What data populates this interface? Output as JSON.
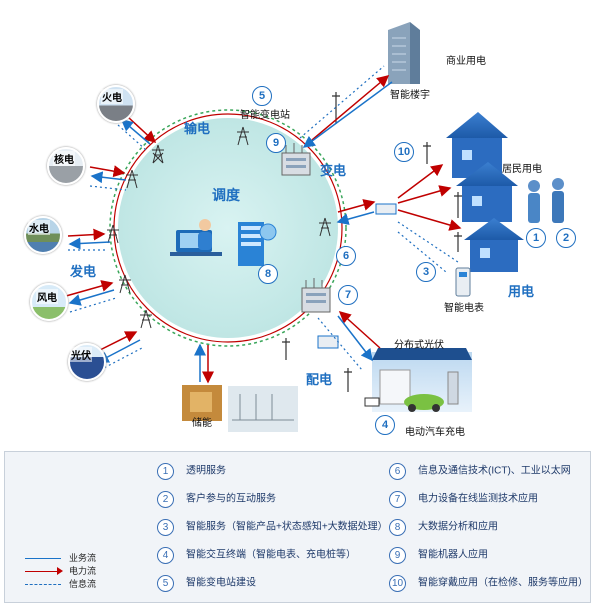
{
  "colors": {
    "business_flow": "#1a73c9",
    "power_flow": "#c00000",
    "info_flow": "#1f6fc0",
    "grid_circle": "#c8ebe9",
    "accent_text": "#1f6fc0"
  },
  "diagram": {
    "center_label": "调度",
    "segments": {
      "transmission": "输电",
      "generation": "发电",
      "substation": "变电",
      "distribution": "配电",
      "consumption": "用电"
    },
    "sources": {
      "thermal": "火电",
      "nuclear": "核电",
      "hydro": "水电",
      "wind": "风电",
      "solar": "光伏"
    },
    "labels": {
      "smart_substation": "智能变电站",
      "commercial": "商业用电",
      "smart_building": "智能楼宇",
      "residential": "居民用电",
      "smart_meter": "智能电表",
      "distributed_pv": "分布式光伏",
      "ev_charging": "电动汽车充电",
      "storage": "储能"
    },
    "numbers": {
      "n1": "1",
      "n2": "2",
      "n3": "3",
      "n4": "4",
      "n5": "5",
      "n6": "6",
      "n7": "7",
      "n8": "8",
      "n9": "9",
      "n10": "10"
    }
  },
  "legend": {
    "items": [
      {
        "num": "1",
        "text": "透明服务"
      },
      {
        "num": "2",
        "text": "客户参与的互动服务"
      },
      {
        "num": "3",
        "text": "智能服务（智能产品+状态感知+大数据处理）"
      },
      {
        "num": "4",
        "text": "智能交互终端（智能电表、充电桩等）"
      },
      {
        "num": "5",
        "text": "智能变电站建设"
      },
      {
        "num": "6",
        "text": "信息及通信技术(ICT)、工业以太网"
      },
      {
        "num": "7",
        "text": "电力设备在线监测技术应用"
      },
      {
        "num": "8",
        "text": "大数据分析和应用"
      },
      {
        "num": "9",
        "text": "智能机器人应用"
      },
      {
        "num": "10",
        "text": "智能穿戴应用（在检修、服务等应用）"
      }
    ],
    "flow_keys": [
      {
        "label": "业务流",
        "style": "business"
      },
      {
        "label": "电力流",
        "style": "power"
      },
      {
        "label": "信息流",
        "style": "info"
      }
    ]
  }
}
